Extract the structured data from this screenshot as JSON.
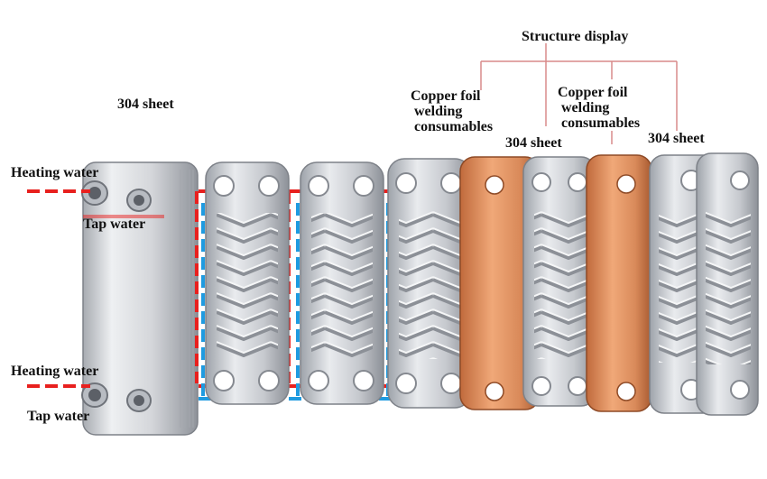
{
  "title": "Structure display",
  "labels": {
    "sheet_304_left": "304 sheet",
    "copper_foil_1": "Copper foil\n welding\n consumables",
    "copper_foil_2": "Copper foil\n welding\n consumables",
    "sheet_304_mid": "304 sheet",
    "sheet_304_right": "304 sheet",
    "heating_water_top": "Heating water",
    "tap_water_top": "Tap water",
    "heating_water_bottom": "Heating water",
    "tap_water_bottom": "Tap water"
  },
  "colors": {
    "hot_flow": "#e8201e",
    "cold_flow": "#1f9be0",
    "bracket": "#d98a8a",
    "copper": "#d98a5a",
    "steel": "#c9ccd2"
  }
}
